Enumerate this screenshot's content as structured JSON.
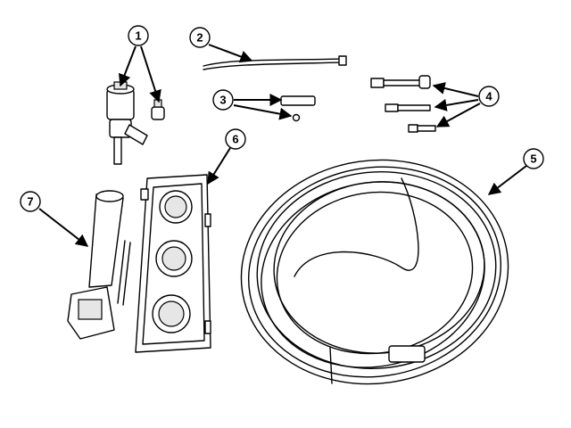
{
  "callouts": [
    {
      "id": "1",
      "label": "1"
    },
    {
      "id": "2",
      "label": "2"
    },
    {
      "id": "3",
      "label": "3"
    },
    {
      "id": "4",
      "label": "4"
    },
    {
      "id": "5",
      "label": "5"
    },
    {
      "id": "6",
      "label": "6"
    },
    {
      "id": "7",
      "label": "7"
    }
  ],
  "colors": {
    "line": "#000000",
    "background": "#ffffff",
    "shade": "#e6e6e6"
  }
}
